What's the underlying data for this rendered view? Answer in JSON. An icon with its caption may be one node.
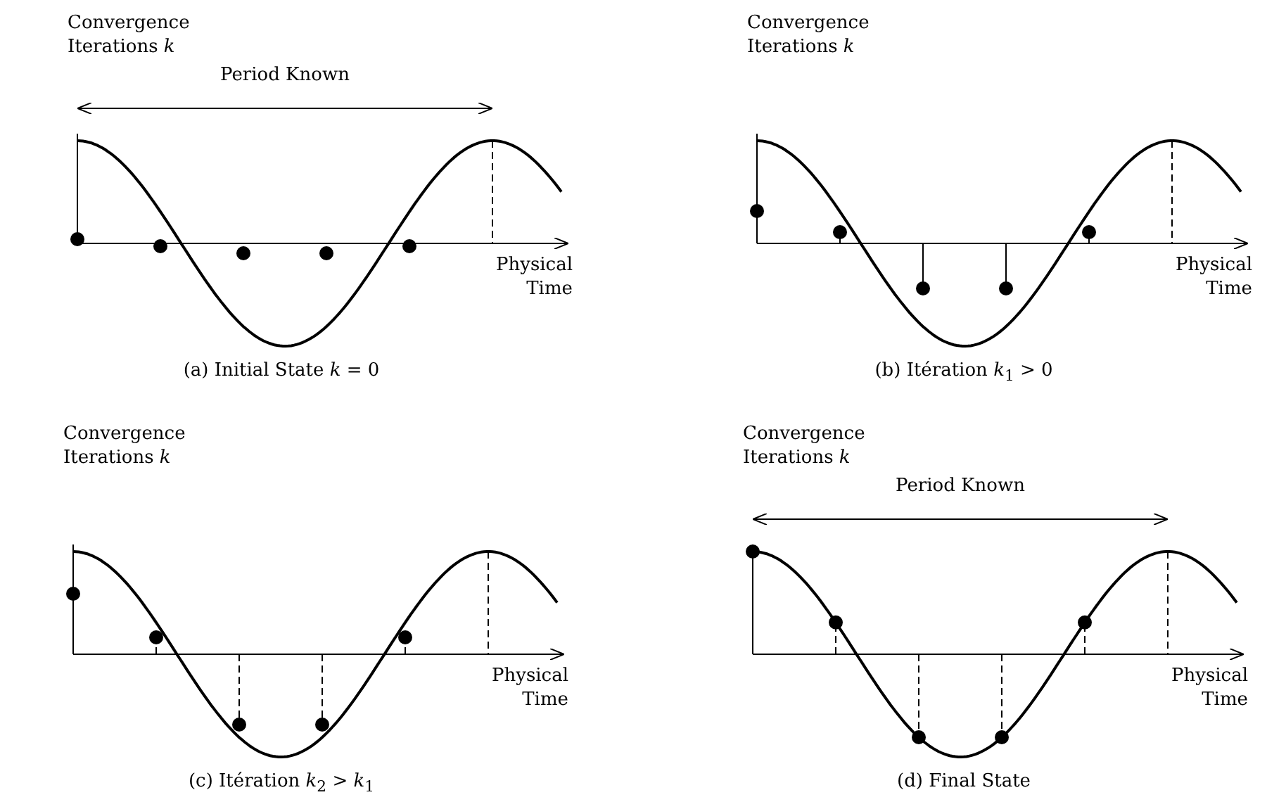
{
  "diagram": {
    "labels": [
      "Convergence Iterations *k*",
      "Period Known",
      "Physical Time",
      "(a) Initial State *k* = 0",
      "Convergence Iterations *k*",
      "Physical Time",
      "(b) Itération *k*$_{1}$ > 0",
      "Convergence Iterations *k*",
      "Physical Time",
      "(c) Itération *k*$_{2}$ > *k*$_{1}$",
      "Convergence Iterations *k*",
      "Period Known",
      "Physical Time",
      "(d) Final State"
    ]
  }
}
